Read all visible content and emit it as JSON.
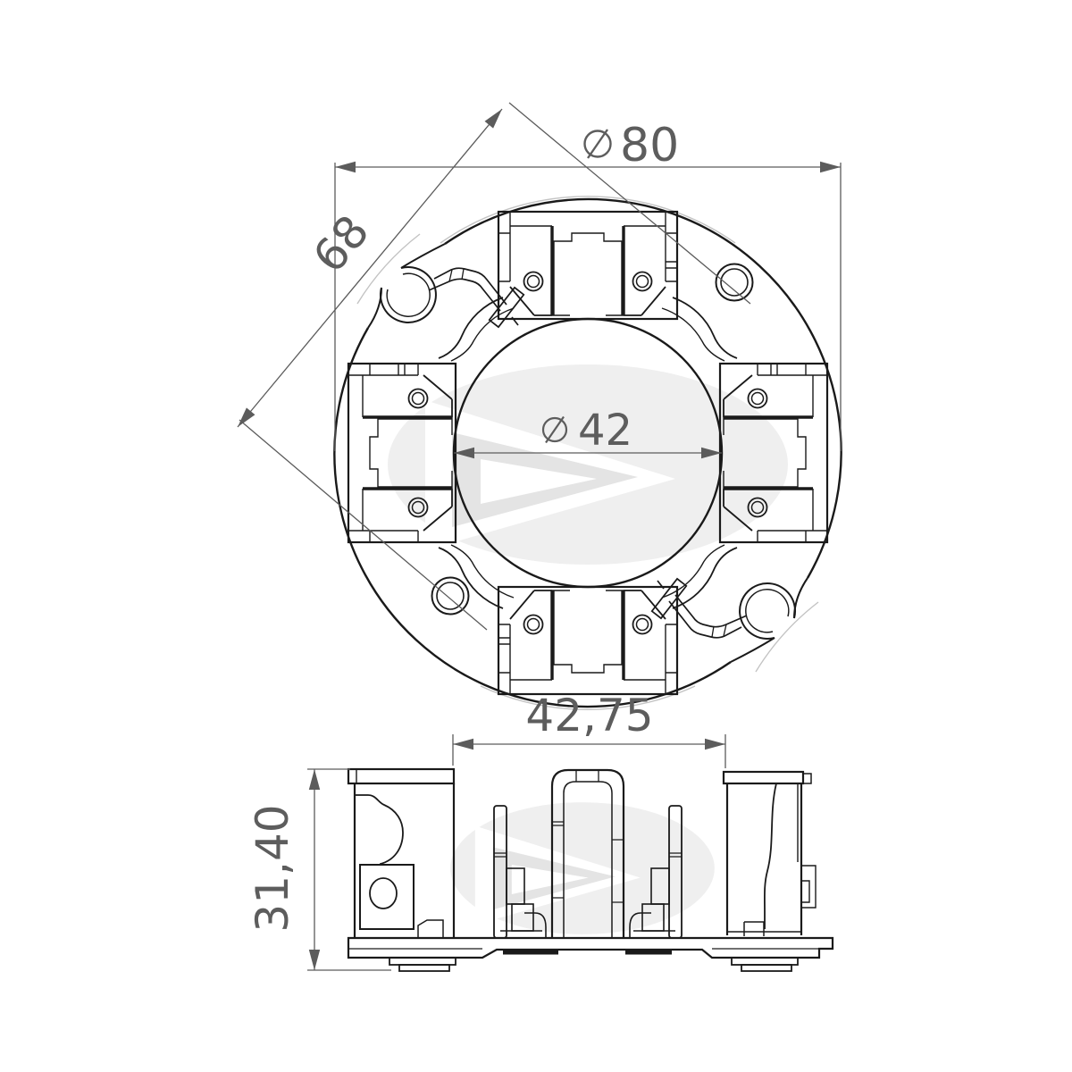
{
  "page": {
    "background": "#ffffff",
    "kind": "CAD technical drawing, white sheet, no border"
  },
  "drawing": {
    "subject": "starter motor brush holder assembly, two orthographic views",
    "colors": {
      "outline": "#1a1a1a",
      "dimension_lines": "#5c5c5c",
      "dimension_text": "#5d5d5d",
      "reference_circle": "#c3c3c3",
      "watermark": "#efefef",
      "background": "#ffffff"
    },
    "top_view": {
      "name": "plan view (circular brush plate with 4 brush boxes, 2 mounting holes, 2 spring recesses)",
      "dimensions": {
        "outer_diameter": {
          "symbol": "Ø",
          "value": "80",
          "full_label": "Ø80"
        },
        "inner_diameter": {
          "symbol": "Ø",
          "value": "42",
          "full_label": "Ø42"
        },
        "hole_spacing": {
          "value": "68",
          "full_label": "68"
        }
      }
    },
    "side_view": {
      "name": "front elevation (brush towers on base plate)",
      "dimensions": {
        "width": {
          "value": "42,75",
          "full_label": "42,75"
        },
        "height": {
          "value": "31,40",
          "full_label": "31,40"
        }
      }
    },
    "watermark": {
      "name": "manufacturer logo watermark (light gray ellipse with chevron bolt)",
      "count": 2
    }
  }
}
